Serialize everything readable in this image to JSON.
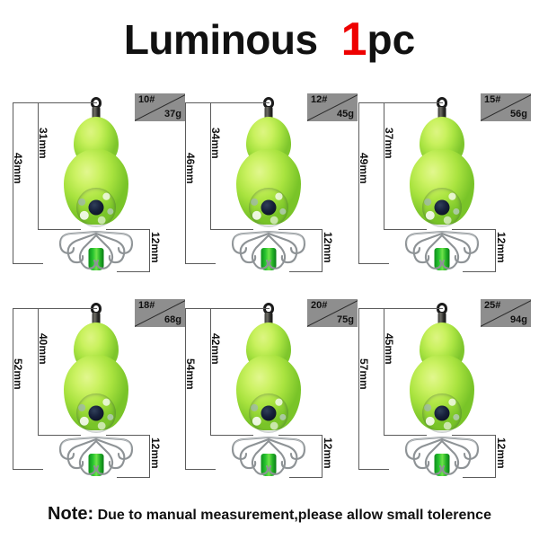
{
  "header": {
    "title": "Luminous",
    "quantity_number": "1",
    "quantity_unit": "pc",
    "quantity_color": "#ee0000",
    "title_color": "#111111"
  },
  "note": {
    "keyword": "Note:",
    "text": " Due to manual measurement,please allow small tolerence"
  },
  "palette": {
    "body_light": "#ddf582",
    "body_mid": "#a8e341",
    "body_dark": "#79c428",
    "collar_green": "#25c22e",
    "eye_silver": "#c6d2d4",
    "pupil": "#0b1222",
    "hook_steel": "#8e9396",
    "badge_gray": "#8e8e8e",
    "dimension_line": "#5b5b5b"
  },
  "products": [
    {
      "size": "10#",
      "weight": "37g",
      "total_length": "43mm",
      "body_length": "31mm",
      "hook_length": "12mm"
    },
    {
      "size": "12#",
      "weight": "45g",
      "total_length": "46mm",
      "body_length": "34mm",
      "hook_length": "12mm"
    },
    {
      "size": "15#",
      "weight": "56g",
      "total_length": "49mm",
      "body_length": "37mm",
      "hook_length": "12mm"
    },
    {
      "size": "18#",
      "weight": "68g",
      "total_length": "52mm",
      "body_length": "40mm",
      "hook_length": "12mm"
    },
    {
      "size": "20#",
      "weight": "75g",
      "total_length": "54mm",
      "body_length": "42mm",
      "hook_length": "12mm"
    },
    {
      "size": "25#",
      "weight": "94g",
      "total_length": "57mm",
      "body_length": "45mm",
      "hook_length": "12mm"
    }
  ]
}
